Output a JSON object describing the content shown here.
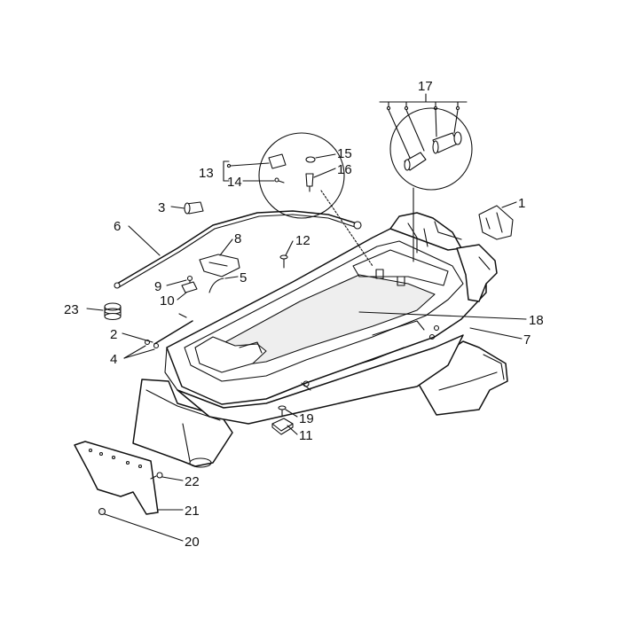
{
  "callouts": [
    {
      "id": "c1",
      "text": "1"
    },
    {
      "id": "c2",
      "text": "2"
    },
    {
      "id": "c3",
      "text": "3"
    },
    {
      "id": "c4",
      "text": "4"
    },
    {
      "id": "c5",
      "text": "5"
    },
    {
      "id": "c6",
      "text": "6"
    },
    {
      "id": "c7",
      "text": "7"
    },
    {
      "id": "c8",
      "text": "8"
    },
    {
      "id": "c9",
      "text": "9"
    },
    {
      "id": "c10",
      "text": "10"
    },
    {
      "id": "c11",
      "text": "11"
    },
    {
      "id": "c12",
      "text": "12"
    },
    {
      "id": "c13",
      "text": "13"
    },
    {
      "id": "c14",
      "text": "14"
    },
    {
      "id": "c15",
      "text": "15"
    },
    {
      "id": "c16",
      "text": "16"
    },
    {
      "id": "c17",
      "text": "17"
    },
    {
      "id": "c18",
      "text": "18"
    },
    {
      "id": "c19",
      "text": "19"
    },
    {
      "id": "c20",
      "text": "20"
    },
    {
      "id": "c21",
      "text": "21"
    },
    {
      "id": "c22",
      "text": "22"
    },
    {
      "id": "c23",
      "text": "23"
    }
  ]
}
